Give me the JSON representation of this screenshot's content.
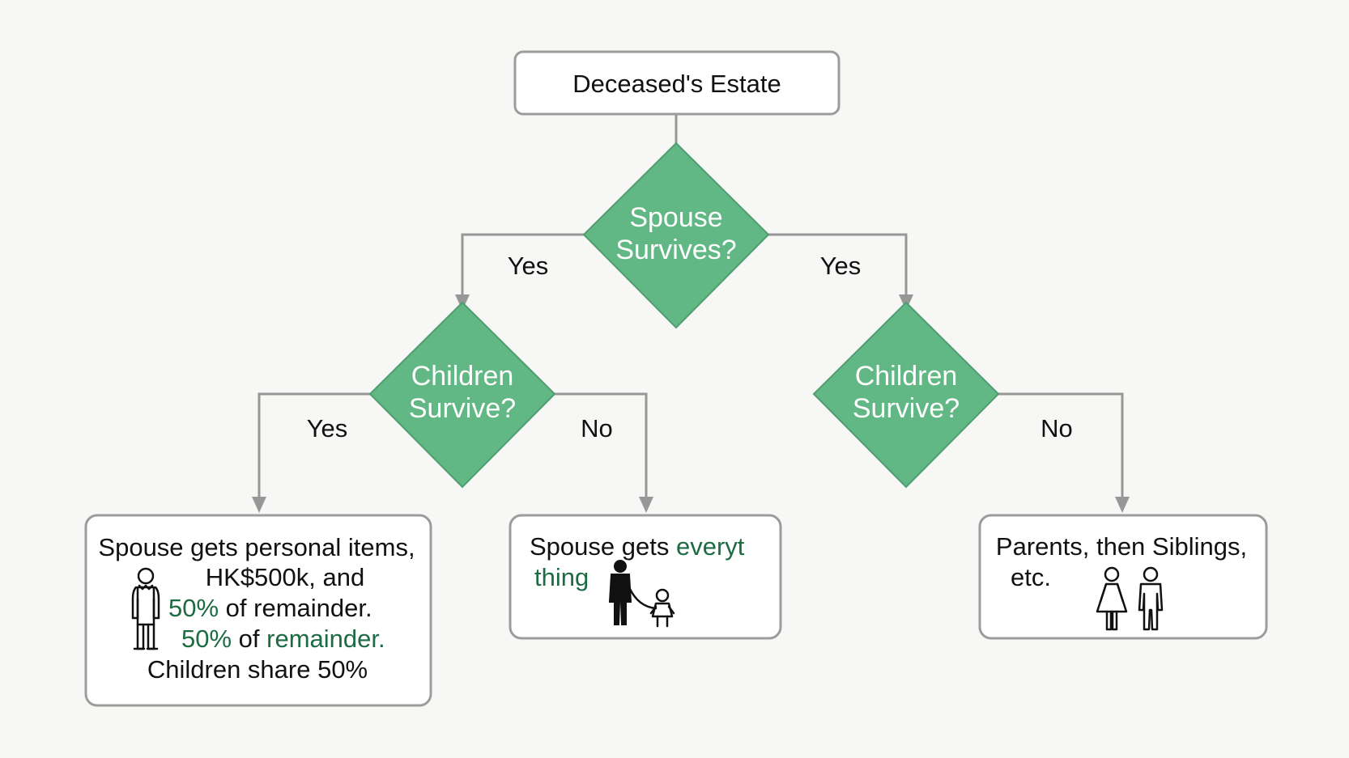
{
  "root": {
    "label": "Deceased's Estate"
  },
  "decisions": {
    "spouse": {
      "line1": "Spouse",
      "line2": "Survives?"
    },
    "children_left": {
      "line1": "Children",
      "line2": "Survive?"
    },
    "children_right": {
      "line1": "Children",
      "line2": "Survive?"
    }
  },
  "edges": {
    "spouse_left": "Yes",
    "spouse_right": "Yes",
    "children_left_yes": "Yes",
    "children_left_no": "No",
    "children_right_no": "No"
  },
  "outcomes": {
    "spouse_and_children": {
      "line1": "Spouse gets personal items,",
      "line2": "HK$500k, and",
      "line3_pct": "50%",
      "line3_rest": " of remainder.",
      "line4_pct": "50%",
      "line4_mid": " of ",
      "line4_rest": "remainder.",
      "line5": "Children share 50%"
    },
    "spouse_only": {
      "line1_a": "Spouse gets ",
      "line1_b": "everyt",
      "line2": "thing"
    },
    "no_spouse_no_children": {
      "line1": "Parents, then Siblings,",
      "line2": "etc."
    }
  },
  "icons": [
    "person-icon",
    "adult-child-icon",
    "woman-icon",
    "man-icon"
  ],
  "colors": {
    "diamond_fill": "#62b885",
    "highlight_text": "#1d6b43",
    "connector": "#979797",
    "box_border": "#9c9c9c",
    "background": "#f7f7f6"
  }
}
